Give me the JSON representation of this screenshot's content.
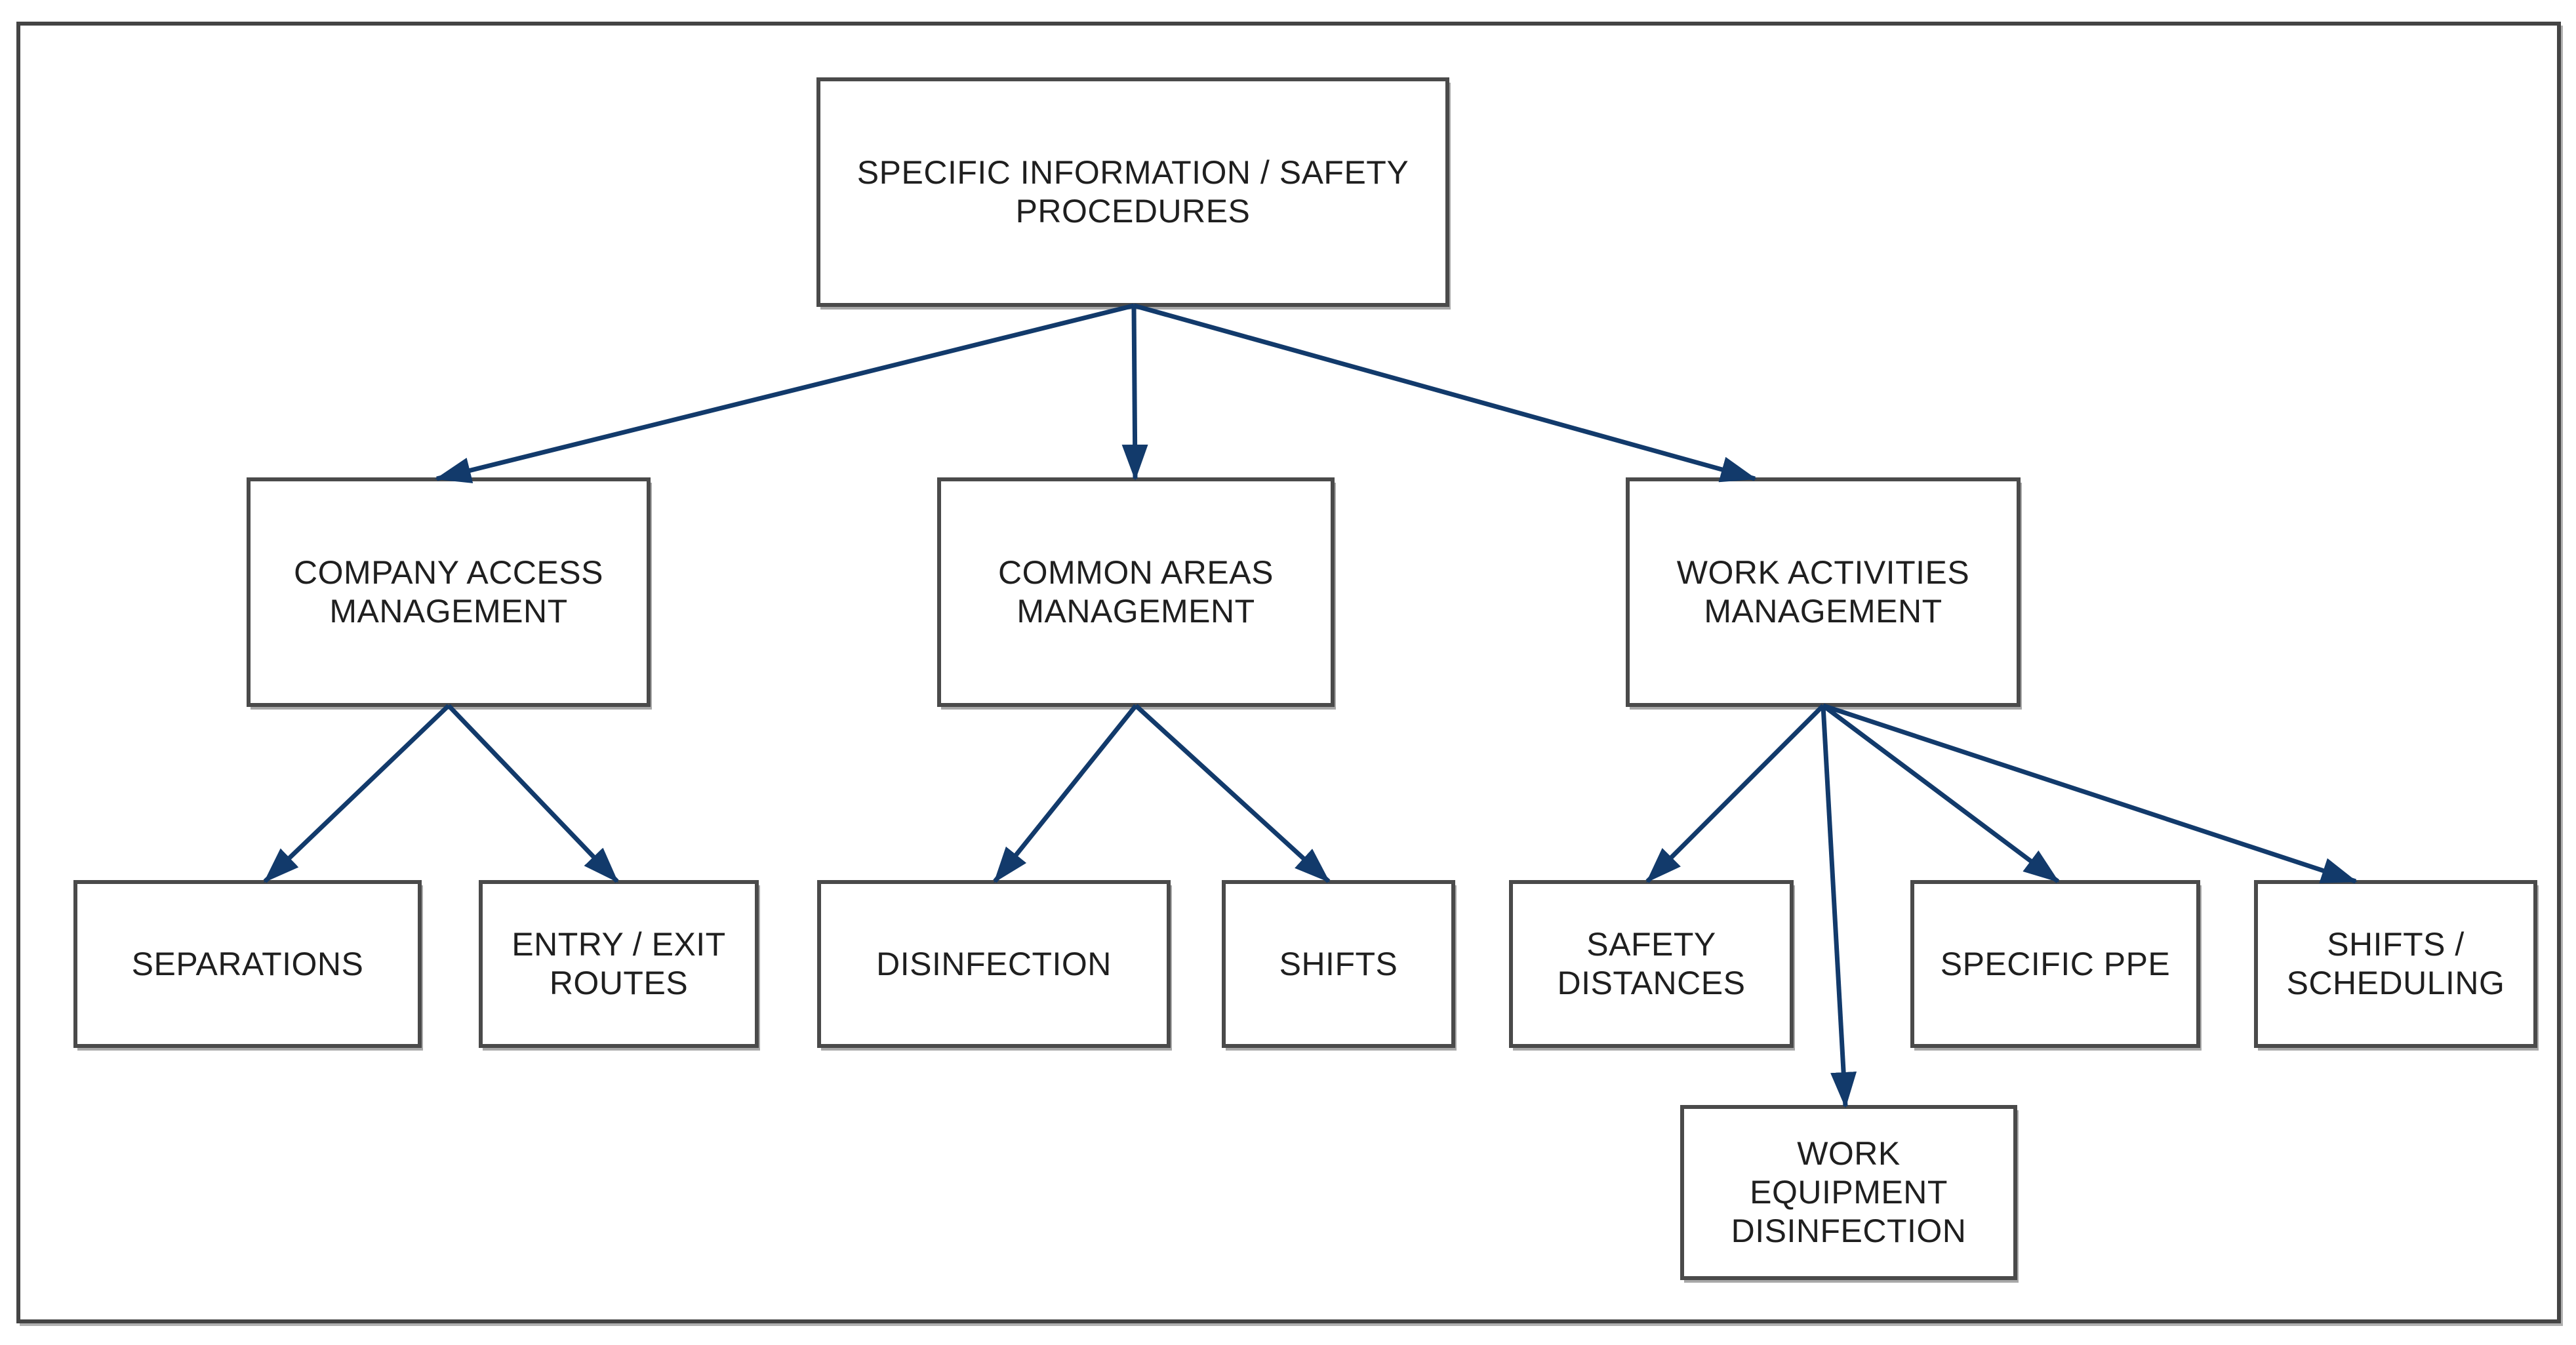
{
  "diagram": {
    "nodes": {
      "root": {
        "label": "SPECIFIC INFORMATION / SAFETY PROCEDURES"
      },
      "company_access": {
        "label": "COMPANY ACCESS MANAGEMENT"
      },
      "common_areas": {
        "label": "COMMON AREAS MANAGEMENT"
      },
      "work_activities": {
        "label": "WORK ACTIVITIES MANAGEMENT"
      },
      "separations": {
        "label": "SEPARATIONS"
      },
      "entry_exit": {
        "label": "ENTRY / EXIT ROUTES"
      },
      "disinfection": {
        "label": "DISINFECTION"
      },
      "shifts": {
        "label": "SHIFTS"
      },
      "safety_distances": {
        "label": "SAFETY DISTANCES"
      },
      "specific_ppe": {
        "label": "SPECIFIC PPE"
      },
      "shifts_scheduling": {
        "label": "SHIFTS / SCHEDULING"
      },
      "work_equipment_disinfection": {
        "label": "WORK EQUIPMENT DISINFECTION"
      }
    },
    "edges": [
      {
        "from": "root",
        "to": "company_access"
      },
      {
        "from": "root",
        "to": "common_areas"
      },
      {
        "from": "root",
        "to": "work_activities"
      },
      {
        "from": "company_access",
        "to": "separations"
      },
      {
        "from": "company_access",
        "to": "entry_exit"
      },
      {
        "from": "common_areas",
        "to": "disinfection"
      },
      {
        "from": "common_areas",
        "to": "shifts"
      },
      {
        "from": "work_activities",
        "to": "safety_distances"
      },
      {
        "from": "work_activities",
        "to": "work_equipment_disinfection"
      },
      {
        "from": "work_activities",
        "to": "specific_ppe"
      },
      {
        "from": "work_activities",
        "to": "shifts_scheduling"
      }
    ],
    "colors": {
      "arrow": "#123a6b",
      "box_border": "#4a4a4a",
      "frame_border": "#444444",
      "text": "#1f1f1f",
      "background": "#ffffff"
    }
  }
}
